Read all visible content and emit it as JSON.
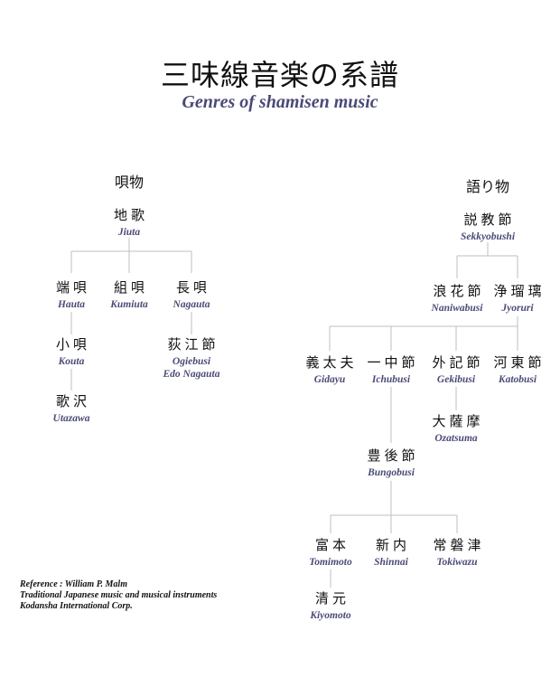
{
  "header": {
    "title": "三味線音楽の系譜",
    "subtitle": "Genres of shamisen music"
  },
  "sections": {
    "left": "唄物",
    "right": "語り物"
  },
  "nodes": {
    "jiuta": {
      "jp": "地歌",
      "en": "Jiuta"
    },
    "hauta": {
      "jp": "端唄",
      "en": "Hauta"
    },
    "kumiuta": {
      "jp": "組唄",
      "en": "Kumiuta"
    },
    "nagauta": {
      "jp": "長唄",
      "en": "Nagauta"
    },
    "kouta": {
      "jp": "小唄",
      "en": "Kouta"
    },
    "ogiebusi": {
      "jp": "荻江節",
      "en": "Ogiebusi",
      "en2": "Edo Nagauta"
    },
    "utazawa": {
      "jp": "歌沢",
      "en": "Utazawa"
    },
    "sekkyobushi": {
      "jp": "説教節",
      "en": "Sekkyobushi"
    },
    "naniwabusi": {
      "jp": "浪花節",
      "en": "Naniwabusi"
    },
    "jyoruri": {
      "jp": "浄瑠璃",
      "en": "Jyoruri"
    },
    "gidayu": {
      "jp": "義太夫",
      "en": "Gidayu"
    },
    "ichubusi": {
      "jp": "一中節",
      "en": "Ichubusi"
    },
    "gekibusi": {
      "jp": "外記節",
      "en": "Gekibusi"
    },
    "katobusi": {
      "jp": "河東節",
      "en": "Katobusi"
    },
    "ozatsuma": {
      "jp": "大薩摩",
      "en": "Ozatsuma"
    },
    "bungobusi": {
      "jp": "豊後節",
      "en": "Bungobusi"
    },
    "tomimoto": {
      "jp": "富本",
      "en": "Tomimoto"
    },
    "shinnai": {
      "jp": "新内",
      "en": "Shinnai"
    },
    "tokiwazu": {
      "jp": "常磐津",
      "en": "Tokiwazu"
    },
    "kiyomoto": {
      "jp": "清元",
      "en": "Kiyomoto"
    }
  },
  "reference": {
    "line1": "Reference : William P. Malm",
    "line2": "Traditional Japanese music and musical instruments",
    "line3": "Kodansha International Corp."
  },
  "colors": {
    "english_label": "#4a4a78",
    "connector": "#bfbfbf",
    "text": "#111111"
  }
}
